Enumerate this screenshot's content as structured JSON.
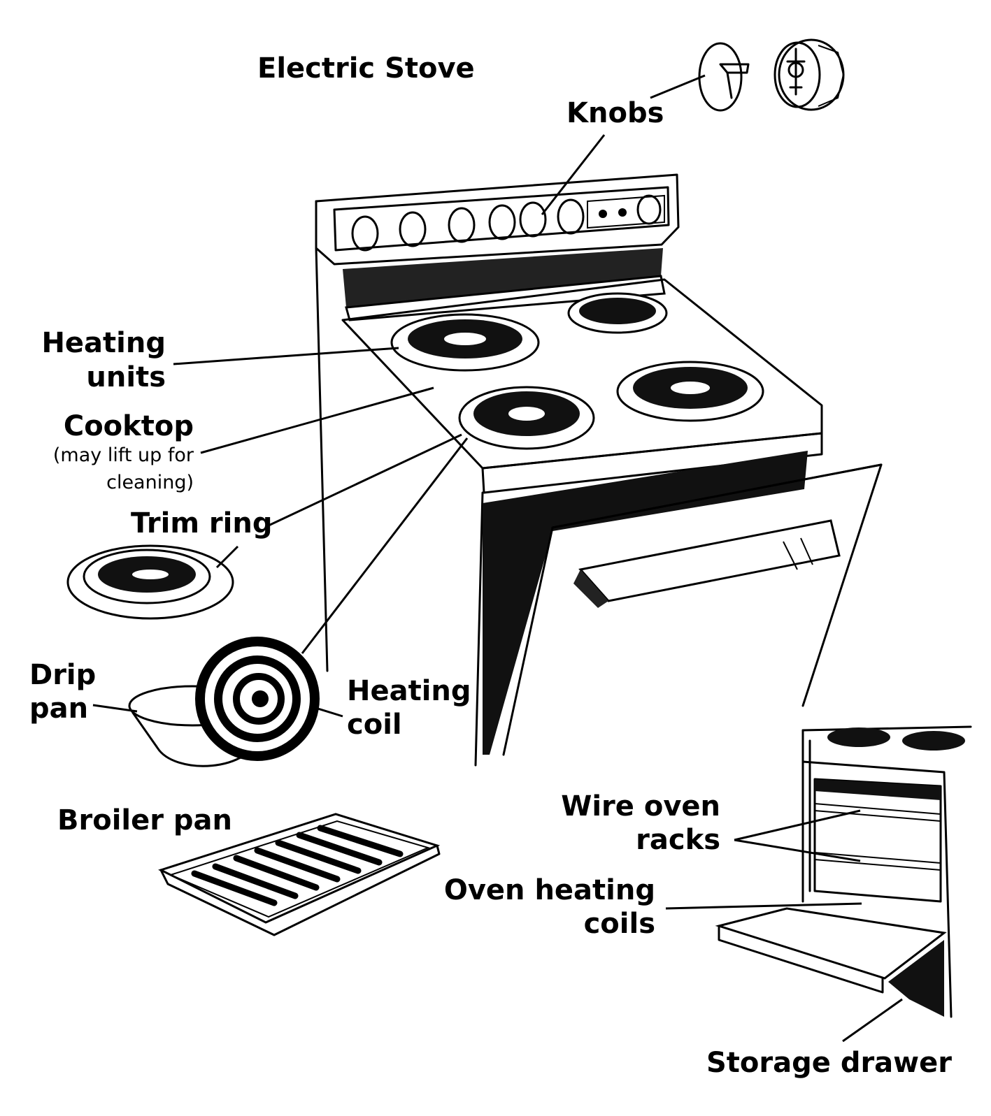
{
  "title": "Electric Stove",
  "labels": {
    "knobs": "Knobs",
    "heating_units_1": "Heating",
    "heating_units_2": "units",
    "cooktop": "Cooktop",
    "cooktop_note_1": "(may lift up for",
    "cooktop_note_2": "cleaning)",
    "trim_ring": "Trim ring",
    "drip_pan_1": "Drip",
    "drip_pan_2": "pan",
    "heating_coil_1": "Heating",
    "heating_coil_2": "coil",
    "broiler_pan": "Broiler pan",
    "wire_oven_racks_1": "Wire oven",
    "wire_oven_racks_2": "racks",
    "oven_heating_coils_1": "Oven heating",
    "oven_heating_coils_2": "coils",
    "storage_drawer": "Storage drawer"
  },
  "colors": {
    "ink": "#000000",
    "paper": "#ffffff"
  }
}
